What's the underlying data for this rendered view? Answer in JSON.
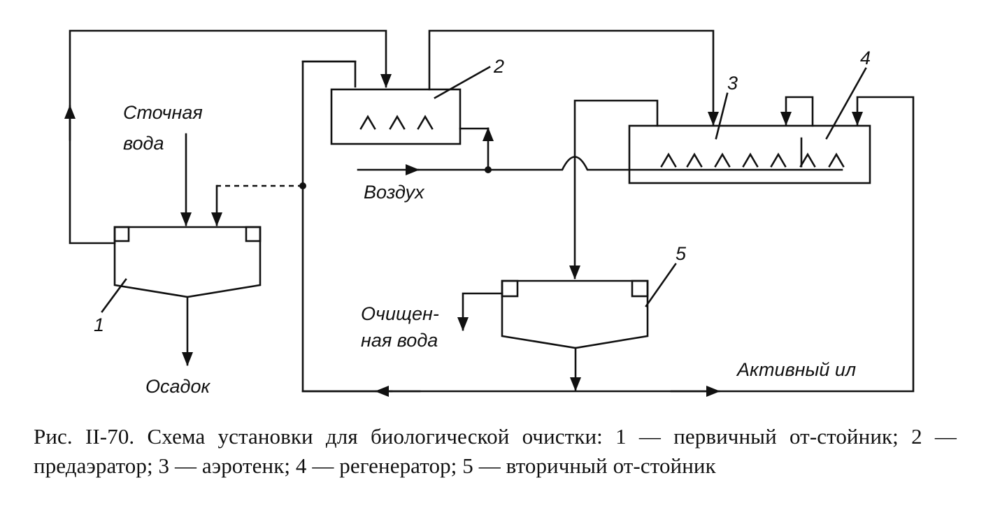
{
  "diagram": {
    "units": [
      {
        "number": "1",
        "name": "первичный отстойник"
      },
      {
        "number": "2",
        "name": "предаэратор"
      },
      {
        "number": "3",
        "name": "аэротенк"
      },
      {
        "number": "4",
        "name": "регенератор"
      },
      {
        "number": "5",
        "name": "вторичный отстойник"
      }
    ],
    "labels": {
      "waste_water_line1": "Сточная",
      "waste_water_line2": "вода",
      "air": "Воздух",
      "sludge": "Осадок",
      "cleaned_water_line1": "Очищен-",
      "cleaned_water_line2": "ная вода",
      "active_sludge": "Активный ил"
    }
  },
  "caption": "Рис. II-70. Схема установки для биологической очистки: 1 — первичный от-стойник; 2 — предаэратор; 3 — аэротенк; 4 — регенератор; 5 — вторичный от-стойник"
}
